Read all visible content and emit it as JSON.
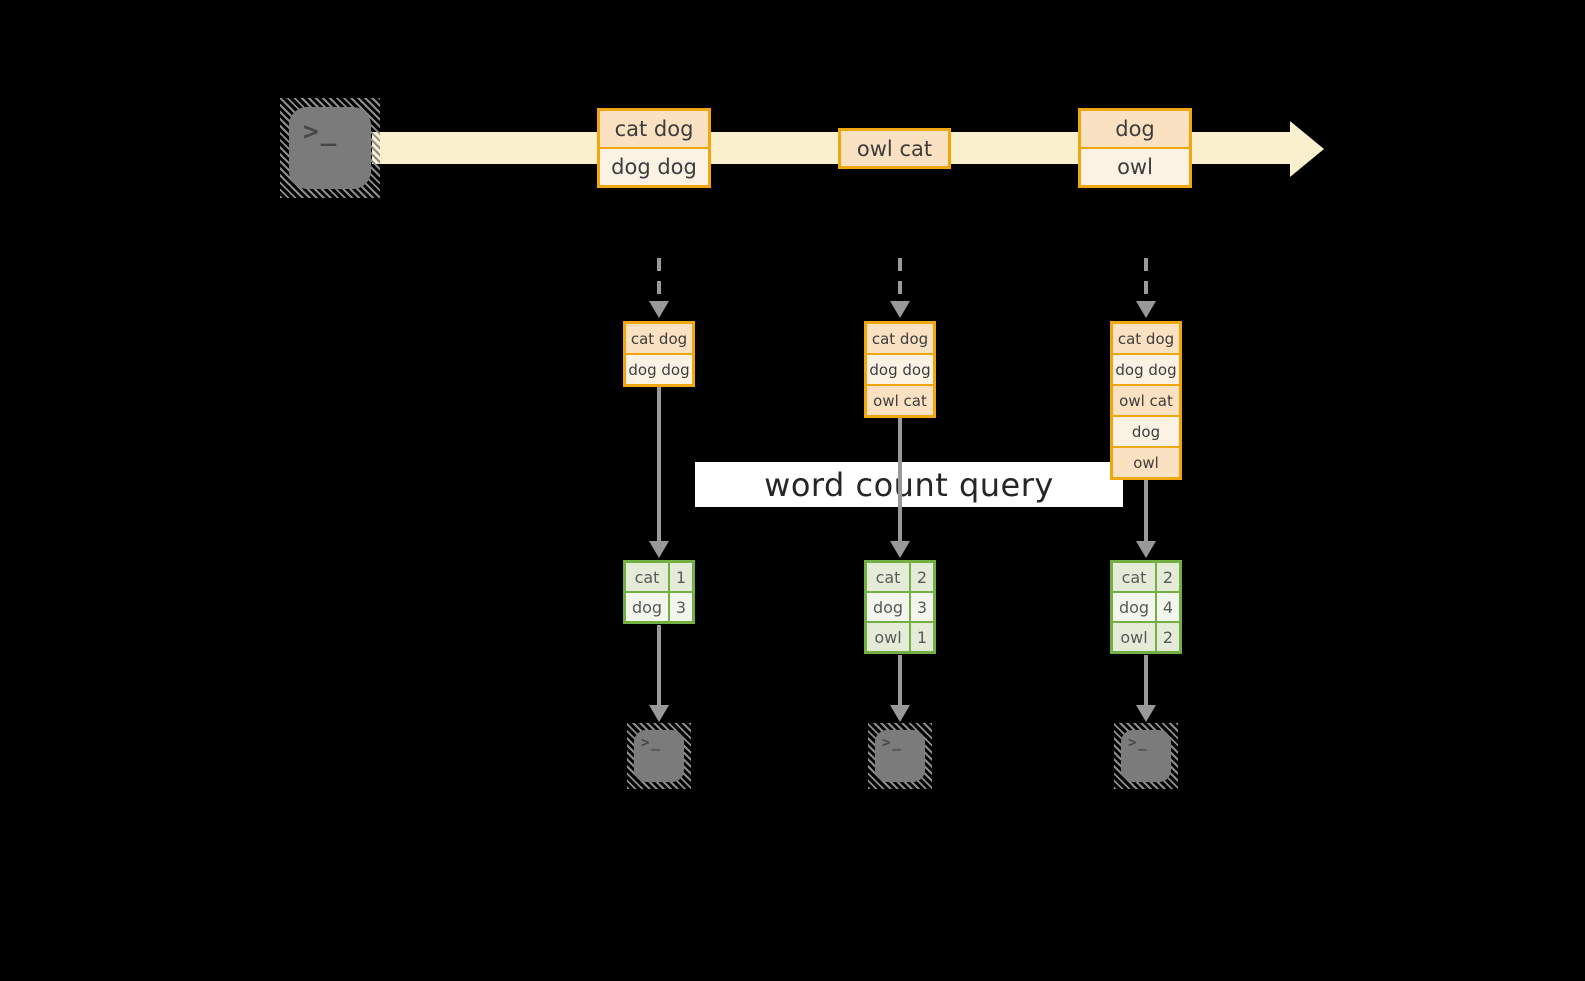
{
  "figure": {
    "query_label": "word count query",
    "terminal_glyph": ">_",
    "stream_events": [
      {
        "lines": [
          "cat dog",
          "dog dog"
        ]
      },
      {
        "lines": [
          "owl cat"
        ]
      },
      {
        "lines": [
          "dog",
          "owl"
        ]
      }
    ],
    "columns": [
      {
        "window": [
          "cat dog",
          "dog dog"
        ],
        "counts": [
          {
            "word": "cat",
            "count": "1"
          },
          {
            "word": "dog",
            "count": "3"
          }
        ]
      },
      {
        "window": [
          "cat dog",
          "dog dog",
          "owl cat"
        ],
        "counts": [
          {
            "word": "cat",
            "count": "2"
          },
          {
            "word": "dog",
            "count": "3"
          },
          {
            "word": "owl",
            "count": "1"
          }
        ]
      },
      {
        "window": [
          "cat dog",
          "dog dog",
          "owl cat",
          "dog",
          "owl"
        ],
        "counts": [
          {
            "word": "cat",
            "count": "2"
          },
          {
            "word": "dog",
            "count": "4"
          },
          {
            "word": "owl",
            "count": "2"
          }
        ]
      }
    ],
    "colors": {
      "background": "#000000",
      "stream_fill": "#faf0cd",
      "box_border": "#f0a60d",
      "box_fill_dark": "#fae1c1",
      "box_fill_light": "#fcf2e4",
      "table_border": "#74af43",
      "table_fill_dark": "#e4ecd8",
      "table_fill_light": "#f2f6ed",
      "arrow_gray": "#999999",
      "terminal_gray": "#7b7b7b",
      "banner_bg": "#ffffff"
    }
  }
}
